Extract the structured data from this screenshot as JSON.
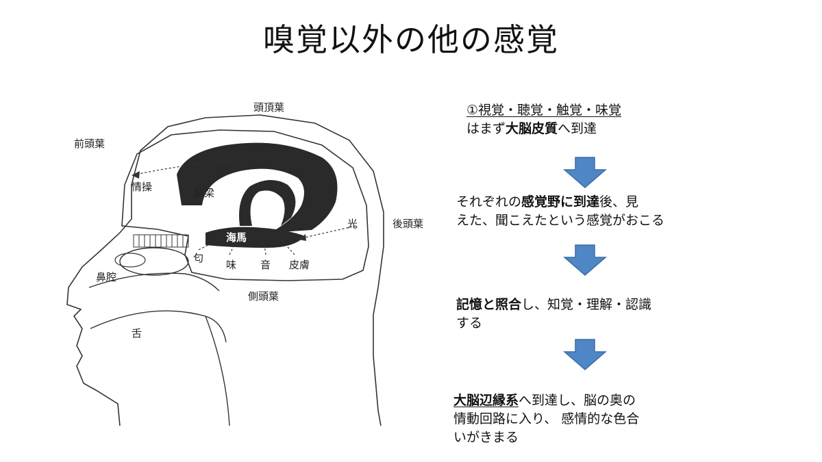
{
  "title": "嗅覚以外の他の感覚",
  "diagram": {
    "labels": {
      "parietal": "頭頂葉",
      "frontal": "前頭葉",
      "occipital": "後頭葉",
      "temporal": "側頭葉",
      "emotion": "情操",
      "fornix": "脳梁",
      "hippocampus": "海馬",
      "light": "光",
      "smell": "匂",
      "taste": "味",
      "sound": "音",
      "skin": "皮膚",
      "nasal_cavity": "鼻腔",
      "tongue": "舌"
    }
  },
  "steps": {
    "s1": {
      "line1": "①視覚・聴覚・触覚・味覚",
      "pre": "はまず",
      "bold": "大脳皮質",
      "post": "へ到達"
    },
    "s2": {
      "pre": "それぞれの",
      "bold": "感覚野に到達",
      "post": "後、見",
      "line2": "えた、聞こえたという感覚がおこる"
    },
    "s3": {
      "bold": "記憶と照合",
      "post": "し、知覚・理解・認識",
      "line2": "する"
    },
    "s4": {
      "bold": "大脳辺縁系",
      "post": "へ到達し、脳の奥の",
      "line2": "情動回路に入り、 感情的な色合",
      "line3": "いがきまる"
    }
  },
  "colors": {
    "arrow_fill": "#4f86c6",
    "arrow_stroke": "#3a6ea8",
    "brain_dark": "#2a2a2a"
  }
}
